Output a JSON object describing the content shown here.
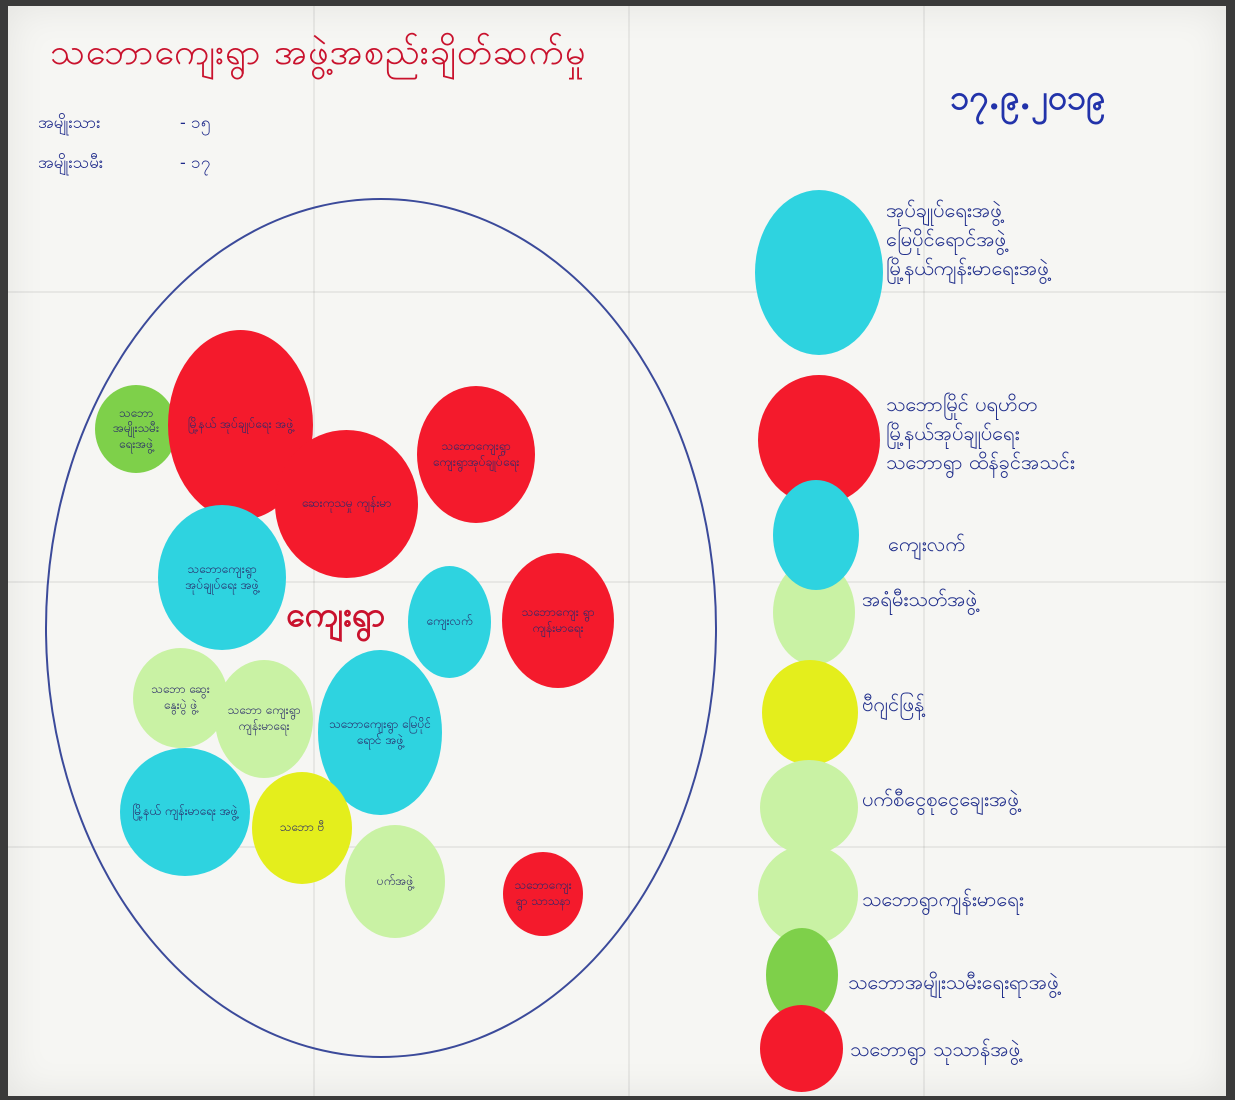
{
  "title": "သဘောကျေးရွာ အဖွဲ့အစည်းချိတ်ဆက်မှု",
  "date": "၁၇.၉.၂၀၁၉",
  "stats": {
    "male_label": "အမျိုးသား",
    "male_value": "- ၁၅",
    "female_label": "အမျိုးသမီး",
    "female_value": "- ၁၇"
  },
  "center_label": "ကျေးရွာ",
  "inner_blobs": [
    {
      "color": "green",
      "text": "သဘော အမျိုးသမီး ရေးအဖွဲ့"
    },
    {
      "color": "red",
      "text": "မြို့နယ် အုပ်ချုပ်ရေး အဖွဲ့"
    },
    {
      "color": "red",
      "text": "သဘောကျေးရွာ ကျေးရွာအုပ်ချုပ်ရေး"
    },
    {
      "color": "red",
      "text": "ဆေးကုသမှု ကျန်းမာ"
    },
    {
      "color": "cyan",
      "text": "သဘောကျေးရွာ အုပ်ချုပ်ရေး အဖွဲ့"
    },
    {
      "color": "cyan",
      "text": "ကျေးလက်"
    },
    {
      "color": "red",
      "text": "သဘောကျေး ရွာ ကျန်းမာရေး"
    },
    {
      "color": "lgreen",
      "text": "သဘော ဆွေး နွေးပွဲ ဖွဲ့"
    },
    {
      "color": "lgreen",
      "text": "သဘော ကျေးရွာ ကျန်းမာရေး"
    },
    {
      "color": "cyan",
      "text": "သဘောကျေးရွာ မြေပိုင်ရောင် အဖွဲ့"
    },
    {
      "color": "cyan",
      "text": "မြို့နယ် ကျန်းမာရေး အဖွဲ့"
    },
    {
      "color": "yellow",
      "text": "သဘော ဗီ"
    },
    {
      "color": "lgreen",
      "text": "ပက်အဖွဲ့"
    },
    {
      "color": "red",
      "text": "သဘောကျေး ရွာ သာသနာ"
    }
  ],
  "legend": [
    {
      "color": "cyan",
      "text": "အုပ်ချုပ်ရေးအဖွဲ့\nမြေပိုင်ရောင်အဖွဲ့\nမြို့နယ်ကျန်းမာရေးအဖွဲ့"
    },
    {
      "color": "red",
      "text": "သဘောမြိုင် ပရဟိတ\nမြို့နယ်အုပ်ချုပ်ရေး\nသဘောရွာ ထိန်ခွင်အသင်း"
    },
    {
      "color": "cyan",
      "text": "ကျေးလက်"
    },
    {
      "color": "lgreen",
      "text": "အရံမီးသတ်အဖွဲ့"
    },
    {
      "color": "yellow",
      "text": "ဗီဂျင်ဖြန့်"
    },
    {
      "color": "lgreen",
      "text": "ပက်စီငွေစုငွေချေးအဖွဲ့"
    },
    {
      "color": "lgreen",
      "text": "သဘောရွာကျန်းမာရေး"
    },
    {
      "color": "green",
      "text": "သဘောအမျိုးသမီးရေးရာအဖွဲ့"
    },
    {
      "color": "red",
      "text": "သဘောရွာ သုသာန်အဖွဲ့"
    }
  ]
}
